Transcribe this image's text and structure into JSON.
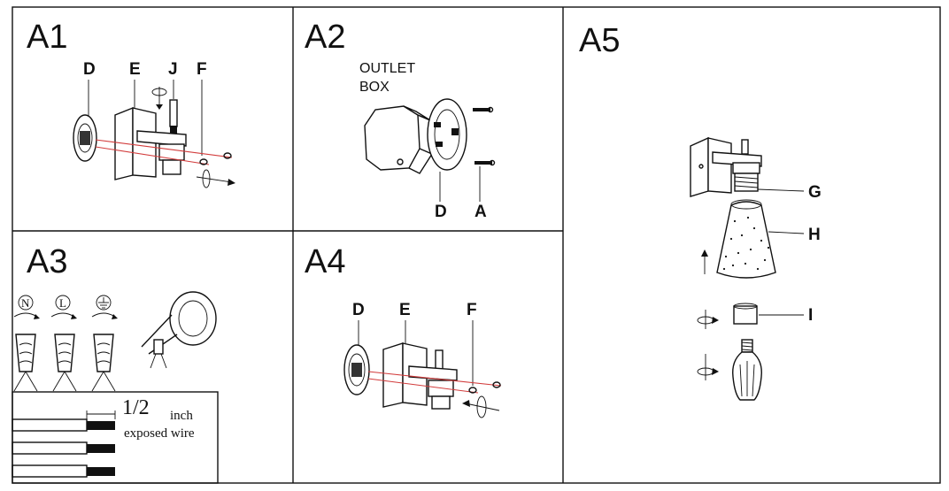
{
  "panels": {
    "a1": {
      "title": "A1",
      "labels": {
        "d": "D",
        "e": "E",
        "j": "J",
        "f": "F"
      }
    },
    "a2": {
      "title": "A2",
      "outlet_line1": "OUTLET",
      "outlet_line2": "BOX",
      "labels": {
        "d": "D",
        "a": "A"
      }
    },
    "a3": {
      "title": "A3",
      "terminals": {
        "neutral": "N",
        "live": "L"
      },
      "fraction": "1/2",
      "unit": "inch",
      "caption": "exposed wire"
    },
    "a4": {
      "title": "A4",
      "labels": {
        "d": "D",
        "e": "E",
        "f": "F"
      }
    },
    "a5": {
      "title": "A5",
      "labels": {
        "g": "G",
        "h": "H",
        "i": "I"
      }
    }
  },
  "colors": {
    "line": "#111111",
    "axis": "#d23c3c",
    "background": "#ffffff"
  },
  "icons": [
    "ground-icon",
    "rotate-arrow-icon",
    "up-arrow-icon",
    "wire-nut-icon",
    "electrical-tape-icon",
    "light-bulb-icon"
  ]
}
